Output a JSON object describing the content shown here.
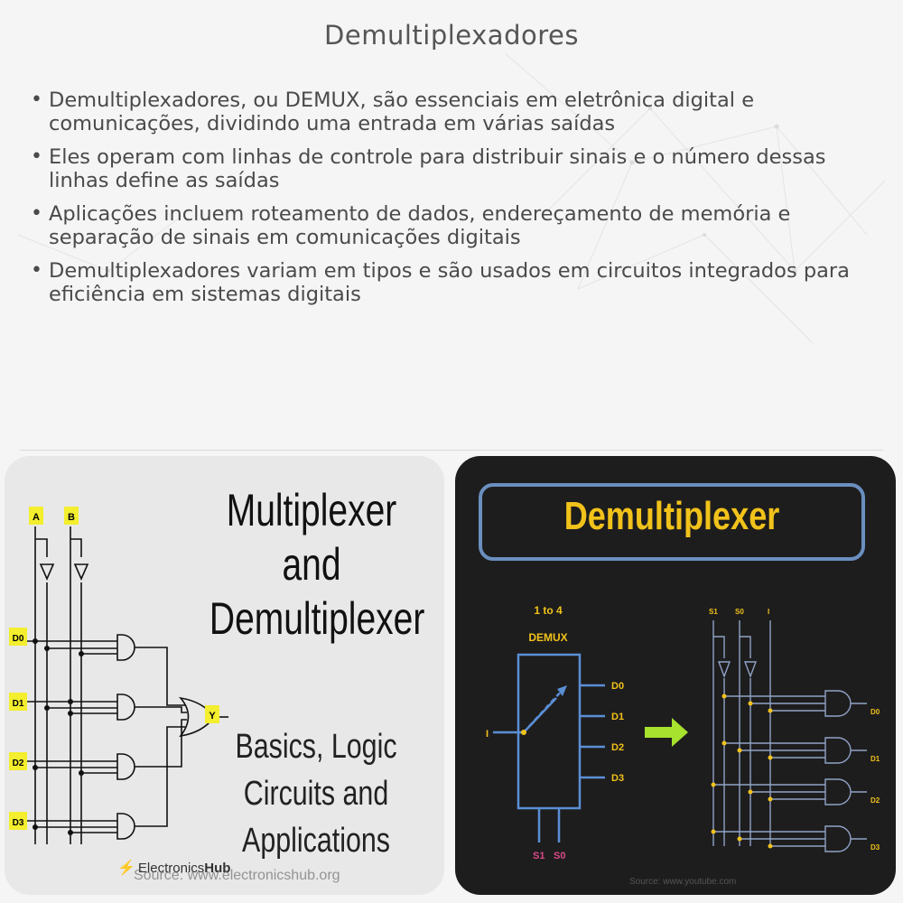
{
  "page": {
    "title": "Demultiplexadores",
    "bullets": [
      "Demultiplexadores, ou DEMUX, são essenciais em eletrônica digital e comunicações, dividindo uma entrada em várias saídas",
      "Eles operam com linhas de controle para distribuir sinais e o número dessas linhas define as saídas",
      "Aplicações incluem roteamento de dados, endereçamento de memória e separação de sinais em comunicações digitais",
      "Demultiplexadores variam em tipos e são usados em circuitos integrados para eficiência em sistemas digitais"
    ]
  },
  "left_image": {
    "title_lines": [
      "Multiplexer",
      "and",
      "Demultiplexer"
    ],
    "subtitle_lines": [
      "Basics, Logic",
      "Circuits and",
      "Applications"
    ],
    "select_labels": [
      "A",
      "B"
    ],
    "input_labels": [
      "D0",
      "D1",
      "D2",
      "D3"
    ],
    "output_label": "Y",
    "logo_text_1": "Electronics",
    "logo_text_2": "Hub",
    "source": "Source: www.electronicshub.org",
    "label_bg_color": "#f3ee2e",
    "icon": "lightning-logo-icon"
  },
  "right_image": {
    "title": "Demultiplexer",
    "block_label_1": "1 to 4",
    "block_label_2": "DEMUX",
    "input_label": "I",
    "outputs": [
      "D0",
      "D1",
      "D2",
      "D3"
    ],
    "select_labels": [
      "S1",
      "S0"
    ],
    "gate_select_labels": [
      "S1",
      "S0",
      "I"
    ],
    "gate_outputs": [
      "D0",
      "D1",
      "D2",
      "D3"
    ],
    "source": "Source: www.youtube.com",
    "title_color": "#f1c21a",
    "wire_color": "#5a8fd6",
    "arrow_color": "#a6e22e",
    "icon": "right-arrow-icon"
  }
}
